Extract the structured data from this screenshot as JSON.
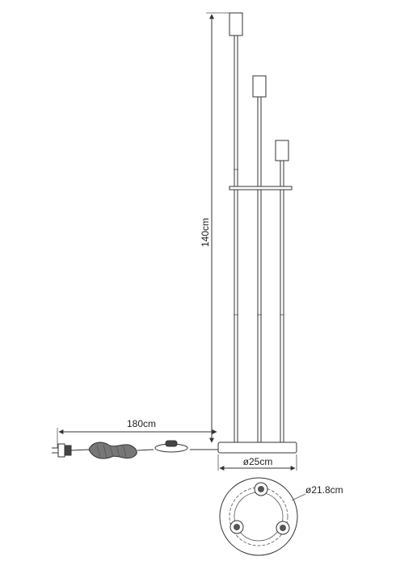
{
  "dimensions": {
    "height": "140cm",
    "cable_length": "180cm",
    "base_diameter": "ø25cm",
    "base_inner_diameter": "ø21.8cm"
  },
  "colors": {
    "stroke": "#333333",
    "background": "#ffffff"
  }
}
